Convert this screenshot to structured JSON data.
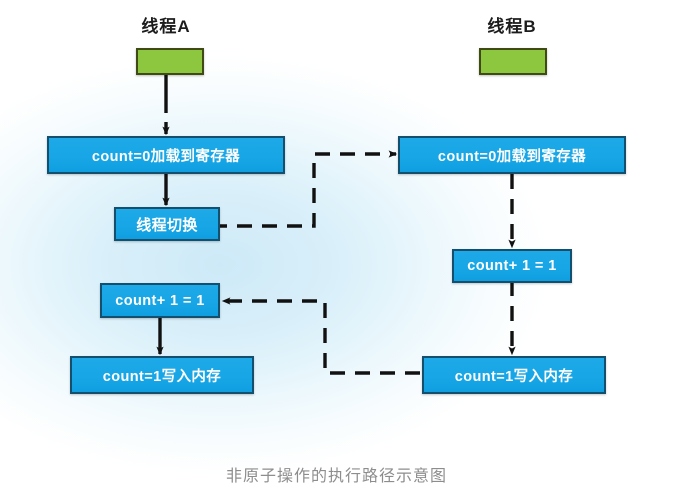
{
  "diagram": {
    "caption": "非原子操作的执行路径示意图",
    "threads": [
      {
        "id": "thread-a",
        "label": "线程A",
        "color": "#8dc63f"
      },
      {
        "id": "thread-b",
        "label": "线程B",
        "color": "#8dc63f"
      }
    ],
    "colors": {
      "step_fill": "#18a6e6",
      "step_border": "#14506e",
      "step_text": "#ffffff",
      "thread_fill": "#8dc63f",
      "thread_border": "#3f4a14",
      "edge": "#111111",
      "caption_text": "#8d8d8d",
      "background_glow": "#cde9f7"
    },
    "steps": {
      "a1": "count=0加载到寄存器",
      "a2": "线程切换",
      "a3": "count+ 1 = 1",
      "a4": "count=1写入内存",
      "b1": "count=0加载到寄存器",
      "b2": "count+ 1 = 1",
      "b3": "count=1写入内存"
    },
    "edges": [
      {
        "id": "edge-a-head-a1",
        "from": "thread-a-head",
        "to": "a1",
        "style": "dashed",
        "arrow": true
      },
      {
        "id": "edge-a1-a2",
        "from": "a1",
        "to": "a2",
        "style": "solid",
        "arrow": true
      },
      {
        "id": "edge-a2-b1",
        "from": "a2",
        "to": "b1",
        "style": "dashed",
        "arrow": true
      },
      {
        "id": "edge-b1-b2",
        "from": "b1",
        "to": "b2",
        "style": "dashed",
        "arrow": true
      },
      {
        "id": "edge-b2-b3",
        "from": "b2",
        "to": "b3",
        "style": "dashed",
        "arrow": true
      },
      {
        "id": "edge-b3-a3",
        "from": "b3",
        "to": "a3",
        "style": "dashed",
        "arrow": true
      },
      {
        "id": "edge-a3-a4",
        "from": "a3",
        "to": "a4",
        "style": "solid",
        "arrow": true
      }
    ]
  }
}
